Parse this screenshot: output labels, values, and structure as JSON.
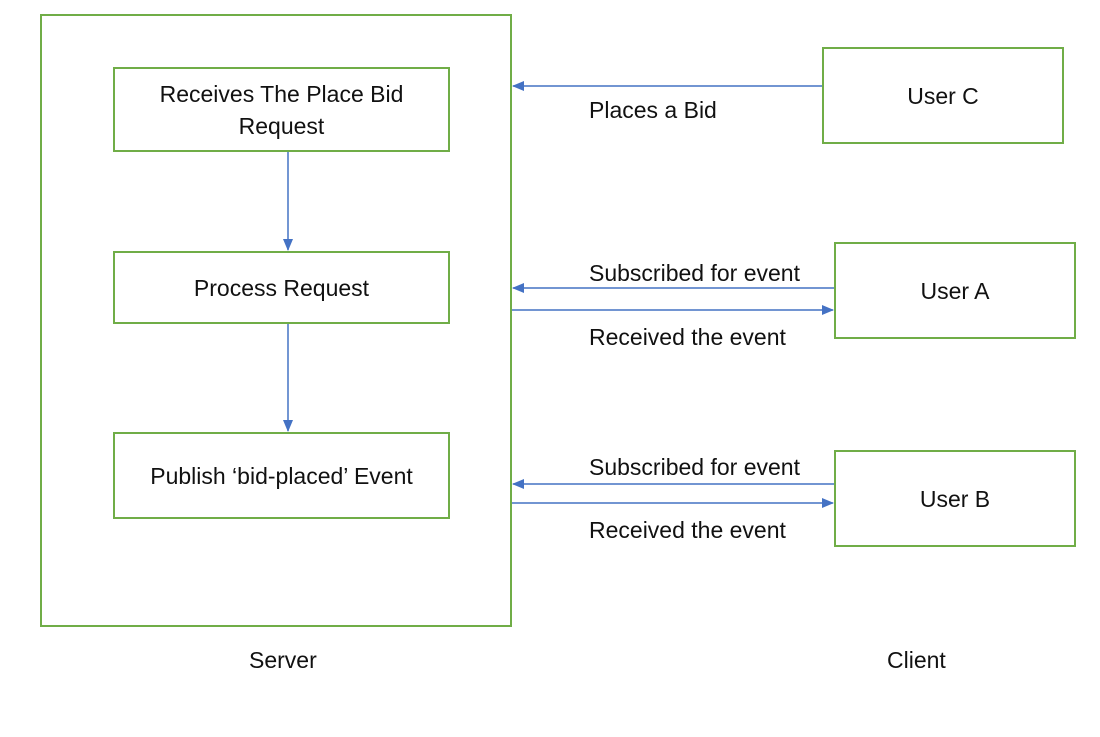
{
  "server": {
    "label": "Server",
    "steps": [
      {
        "text": "Receives The Place Bid Request"
      },
      {
        "text": "Process Request"
      },
      {
        "text": "Publish ‘bid-placed’ Event"
      }
    ]
  },
  "client": {
    "label": "Client",
    "users": [
      {
        "name": "User C"
      },
      {
        "name": "User A"
      },
      {
        "name": "User B"
      }
    ]
  },
  "connections": {
    "user_c": {
      "label": "Places a Bid"
    },
    "user_a": {
      "subscribe_label": "Subscribed for event",
      "receive_label": "Received the event"
    },
    "user_b": {
      "subscribe_label": "Subscribed for event",
      "receive_label": "Received the event"
    }
  },
  "colors": {
    "box_border": "#70ad47",
    "arrow": "#4472c4"
  }
}
